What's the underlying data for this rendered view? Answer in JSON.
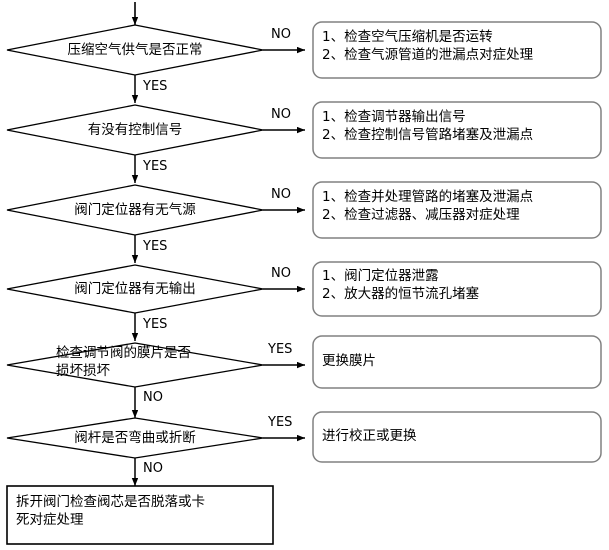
{
  "diagram": {
    "type": "flowchart",
    "title": "",
    "orientation": "top-to-bottom",
    "colors": {
      "background": "#ffffff",
      "line": "#000000",
      "decision_border": "#000000",
      "action_border": "#808080",
      "terminal_border": "#000000",
      "text": "#000000"
    },
    "entry_arrow": {
      "name": "entry-arrow",
      "label": ""
    },
    "decisions": [
      {
        "id": "d1",
        "text": "压缩空气供气是否正常",
        "yes_label": "YES",
        "no_label": "NO",
        "branch_out_label": "NO",
        "down_label": "YES"
      },
      {
        "id": "d2",
        "text": "有没有控制信号",
        "branch_out_label": "NO",
        "down_label": "YES"
      },
      {
        "id": "d3",
        "text": "阀门定位器有无气源",
        "branch_out_label": "NO",
        "down_label": "YES"
      },
      {
        "id": "d4",
        "text": "阀门定位器有无输出",
        "branch_out_label": "NO",
        "down_label": "YES"
      },
      {
        "id": "d5",
        "text": "检查调节阀的膜片是否\n损坏损坏",
        "branch_out_label": "YES",
        "down_label": "NO"
      },
      {
        "id": "d6",
        "text": "阀杆是否弯曲或折断",
        "branch_out_label": "YES",
        "down_label": "NO"
      }
    ],
    "actions": [
      {
        "id": "a1",
        "text": "1、检查空气压缩机是否运转\n2、检查气源管道的泄漏点对症处理"
      },
      {
        "id": "a2",
        "text": "1、检查调节器输出信号\n2、检查控制信号管路堵塞及泄漏点"
      },
      {
        "id": "a3",
        "text": "1、检查并处理管路的堵塞及泄漏点\n2、检查过滤器、减压器对症处理"
      },
      {
        "id": "a4",
        "text": "1、阀门定位器泄露\n2、放大器的恒节流孔堵塞"
      },
      {
        "id": "a5",
        "text": "更换膜片"
      },
      {
        "id": "a6",
        "text": "进行校正或更换"
      }
    ],
    "terminal": {
      "id": "t1",
      "text": "拆开阀门检查阀芯是否脱落或卡\n死对症处理"
    }
  }
}
